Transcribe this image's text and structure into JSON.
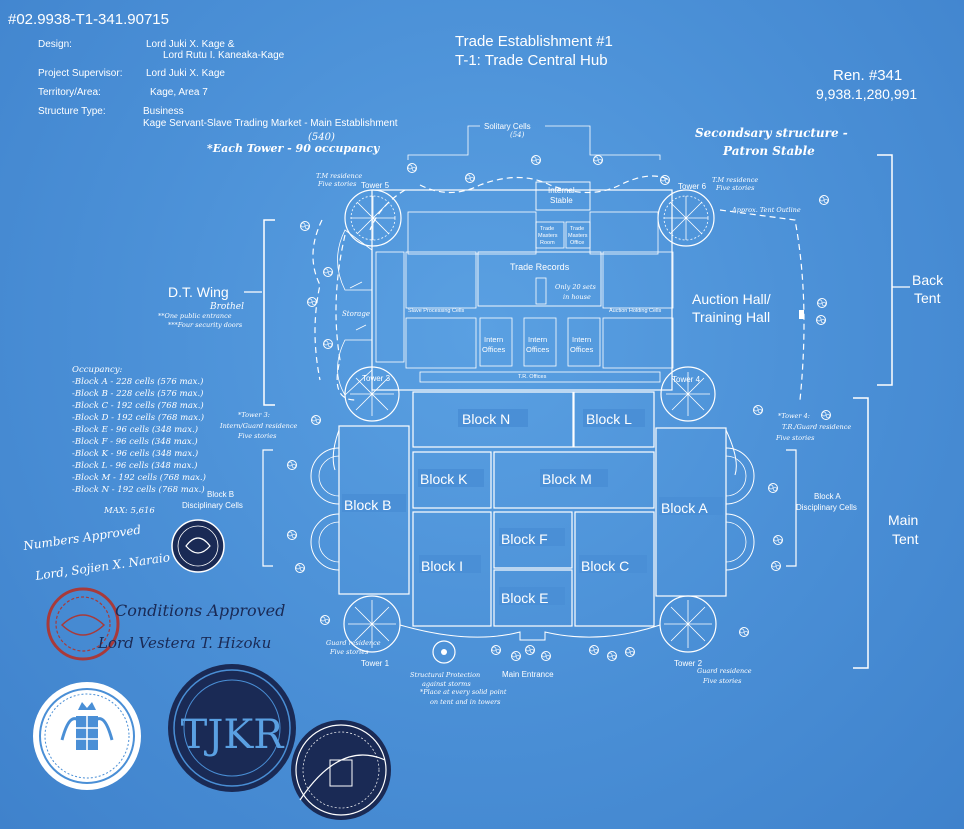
{
  "header": {
    "id_code": "#02.9938-T1-341.90715",
    "design_label": "Design:",
    "design_line1": "Lord  Juki  X.  Kage  &",
    "design_line2": "Lord  Rutu  I.  Kaneaka-Kage",
    "supervisor_label": "Project  Supervisor:",
    "supervisor_value": "Lord  Juki  X.  Kage",
    "territory_label": "Territory/Area:",
    "territory_value": "Kage,  Area  7",
    "structure_label": "Structure  Type:",
    "structure_line1": "Business",
    "structure_line2": "Kage  Servant-Slave  Trading  Market  -  Main  Establishment",
    "title_line1": "Trade  Establishment  #1",
    "title_line2": "T-1:  Trade  Central  Hub",
    "ren_line1": "Ren.  #341",
    "ren_line2": "9,938.1,280,991"
  },
  "notes": {
    "tower_count": "(540)",
    "tower_occupancy": "*Each Tower - 90 occupancy",
    "secondary_line1": "Secondsary structure -",
    "secondary_line2": "Patron Stable",
    "solitary": "Solitary  Cells",
    "solitary_count": "(54)",
    "tm_res5_1": "T.M residence",
    "tm_res5_2": "Five stories",
    "tm_res6_1": "T.M residence",
    "tm_res6_2": "Five stories",
    "tent_outline": "Approx. Tent Outline",
    "brothel": "Brothel",
    "brothel_note1": "**One public entrance",
    "brothel_note2": "***Four security doors",
    "storage": "Storage",
    "tower3_1": "*Tower 3:",
    "tower3_2": "Intern/Guard residence",
    "tower3_3": "Five stories",
    "tower4_1": "*Tower 4:",
    "tower4_2": "T.R./Guard residence",
    "tower4_3": "Five stories",
    "guard1_1": "Guard residence",
    "guard1_2": "Five stories",
    "guard2_1": "Guard residence",
    "guard2_2": "Five stories",
    "struct_1": "Structural Protection",
    "struct_2": "against storms",
    "struct_3": "*Place at every solid point",
    "struct_4": "on tent and in towers",
    "records_note1": "Only 20 sets",
    "records_note2": "in house"
  },
  "labels": {
    "dt_wing": "D.T.   Wing",
    "back_tent_1": "Back",
    "back_tent_2": "Tent",
    "main_tent_1": "Main",
    "main_tent_2": "Tent",
    "block_b_1": "Block  B",
    "block_b_2": "Disciplinary  Cells",
    "block_a_1": "Block  A",
    "block_a_2": "Disciplinary  Cells",
    "main_entrance": "Main   Entrance"
  },
  "rooms": {
    "tower5": "Tower  5",
    "tower6": "Tower  6",
    "tower3": "Tower  3",
    "tower4": "Tower  4",
    "tower1": "Tower  1",
    "tower2": "Tower  2",
    "internal_stable_1": "Internal",
    "internal_stable_2": "Stable",
    "trade_master_room_1": "Trade",
    "trade_master_room_2": "Masters",
    "trade_master_room_3": "Room",
    "trade_master_office_1": "Trade",
    "trade_master_office_2": "Masters",
    "trade_master_office_3": "Office",
    "trade_records": "Trade  Records",
    "slave_processing": "Slave  Processing  Cells",
    "auction_holding": "Auction  Holding  Cells",
    "intern_1": "Intern",
    "intern_2": "Offices",
    "tr_offices": "T.R.  Offices",
    "auction_hall_1": "Auction  Hall/",
    "auction_hall_2": "Training  Hall",
    "block_n": "Block   N",
    "block_l": "Block   L",
    "block_k": "Block   K",
    "block_m": "Block   M",
    "block_b": "Block   B",
    "block_a": "Block   A",
    "block_f": "Block   F",
    "block_i": "Block   I",
    "block_c": "Block   C",
    "block_e": "Block   E"
  },
  "occupancy": {
    "heading": "Occupancy:",
    "lines": [
      "-Block A - 228 cells (576 max.)",
      "-Block B - 228 cells (576 max.)",
      "-Block C - 192 cells (768 max.)",
      "-Block D - 192 cells (768 max.)",
      "-Block E - 96 cells (348 max.)",
      "-Block F - 96 cells (348 max.)",
      "-Block K - 96 cells (348 max.)",
      "-Block L - 96 cells (348 max.)",
      "-Block M - 192 cells (768 max.)",
      "-Block N - 192 cells (768 max.)"
    ],
    "max": "MAX: 5,616"
  },
  "approvals": {
    "numbers": "Numbers Approved",
    "numbers_sig": "Lord, Sojien X. Naraio",
    "conditions": "Conditions Approved",
    "conditions_sig": "Lord Vestera T. Hizoku"
  },
  "seals": {
    "monogram": "TJKR"
  },
  "colors": {
    "background": "#4a8fd6",
    "ink": "#ffffff",
    "seal_red": "#a83a3a",
    "seal_navy": "#1a2a55"
  }
}
